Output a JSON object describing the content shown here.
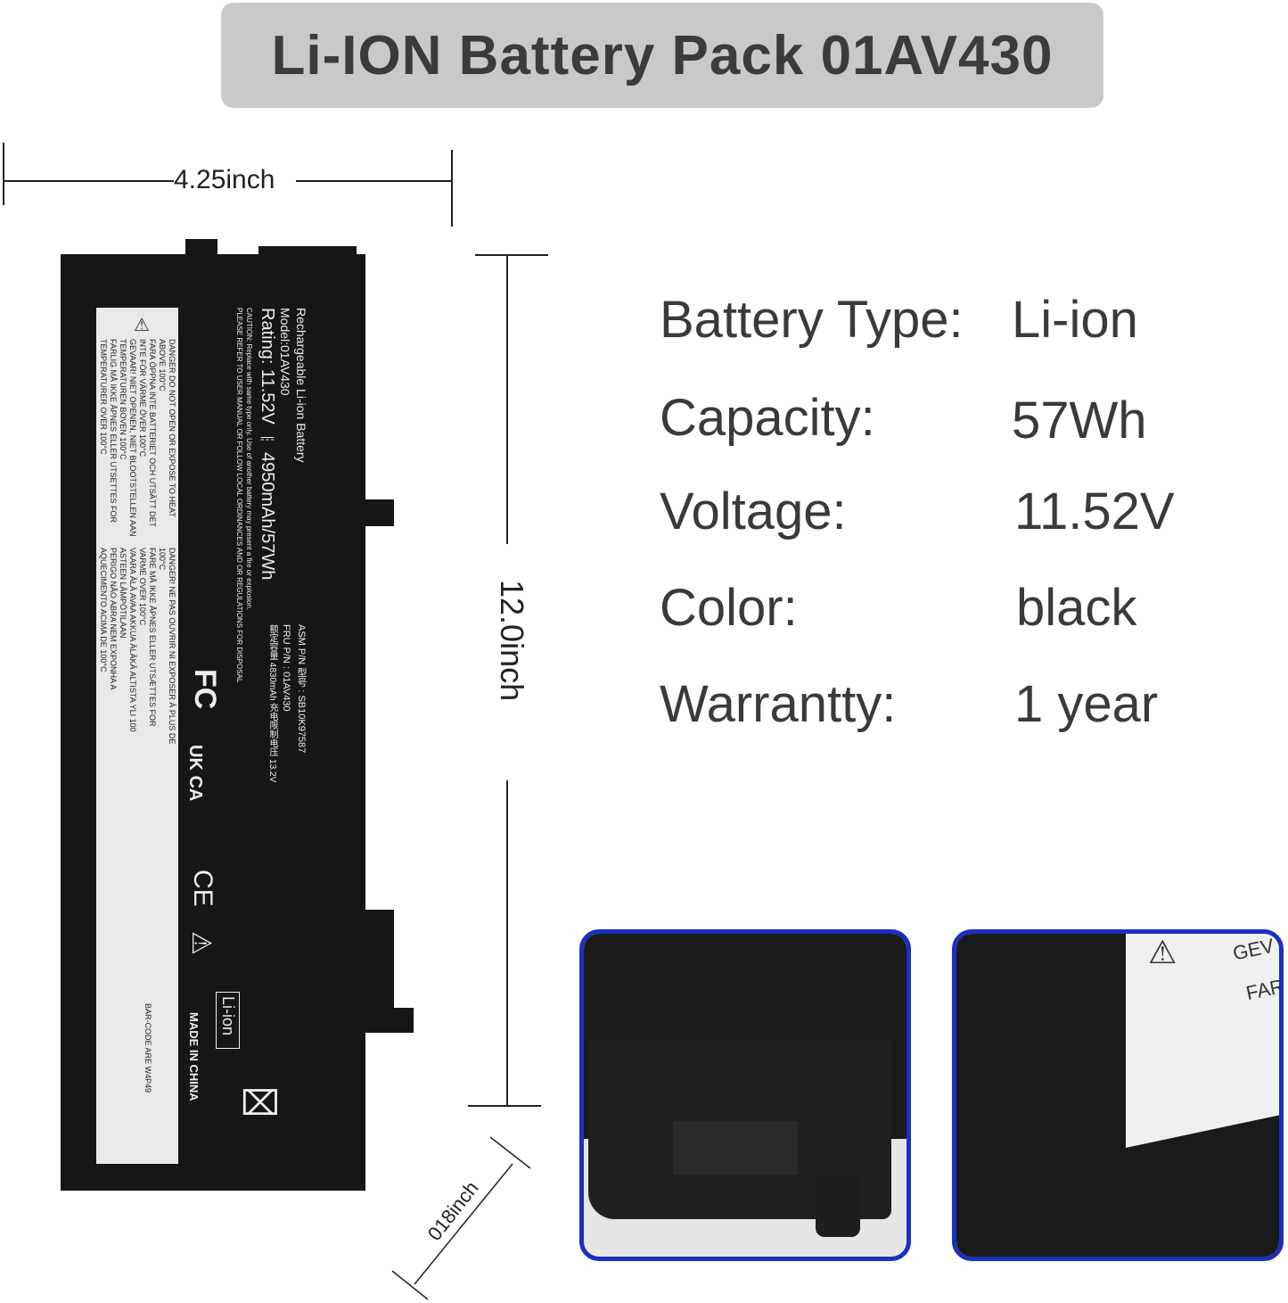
{
  "title": "Li-ION Battery Pack 01AV430",
  "dimensions": {
    "width": "4.25inch",
    "height": "12.0inch",
    "thickness": "018inch"
  },
  "battery_label": {
    "line1": "Rechargeable Li-ion Battery",
    "line2": "Model:01AV430",
    "line3": "Rating: 11.52V ⎓ 4950mAh/57Wh",
    "line4": "CAUTION: Replace with same type only. Use of another battery may present a fire or explosion.",
    "line5": "PLEASE REFER TO USER MANUAL OR FOLLOW LOCAL ORDINANCES AND OR REGULATIONS FOR DISPOSAL",
    "asm": "ASM P/N  型号 : SB10K97587",
    "fru": "FRU P/N  : 01AV430",
    "rated": "额定容量 4830mAh  充电限制电压 13.2V",
    "made_in": "MADE IN CHINA",
    "li_ion": "Li-ion",
    "barcode": "BAR-CODE ARE W4P49",
    "warnings": [
      "DANGER  DO NOT OPEN OR EXPOSE TO HEAT ABOVE 100°C",
      "FARA  ÖPPNA INTE BATTERIET OCH UTSÄTT DET INTE FÖR VÄRME ÖVER 100°C",
      "GEVAAR!  NIET OPENEN, NIET BLOOTSTELLEN AAN TEMPERATUREN BOVEN 100°C",
      "FARLIG  MÅ IKKE ÅPNES ELLER UTSETTES FOR TEMPERATURER OVER 100°C",
      "DANGER!  NE PAS OUVRIR NI EXPOSER À PLUS DE 100°C",
      "FARE  MÅ IKKE ÅPNES ELLER UTSÆTTES FOR VARME OVER 100°C",
      "VAARA  ÄLÄ AVAA AKKUA ÄLÄKÄ ALTISTA YLI 100 ASTEEN LÄMPÖTILAAN",
      "PERIGO  NÃO ABRA NEM EXPONHA A AQUECIMENTO ACIMA DE 100°C"
    ],
    "cert_marks": [
      "FC",
      "UK CA",
      "CE"
    ]
  },
  "specs": [
    {
      "label": "Battery Type:",
      "value": "Li-ion"
    },
    {
      "label": "Capacity:",
      "value": "57Wh"
    },
    {
      "label": "Voltage:",
      "value": "11.52V"
    },
    {
      "label": "Color:",
      "value": "black"
    },
    {
      "label": "Warrantty:",
      "value": "1 year"
    }
  ],
  "detail_photo_2_text": [
    "GEV",
    "FAR"
  ],
  "colors": {
    "banner": "#c9c9c9",
    "frame": "#1b2fc0",
    "battery": "#161616"
  }
}
